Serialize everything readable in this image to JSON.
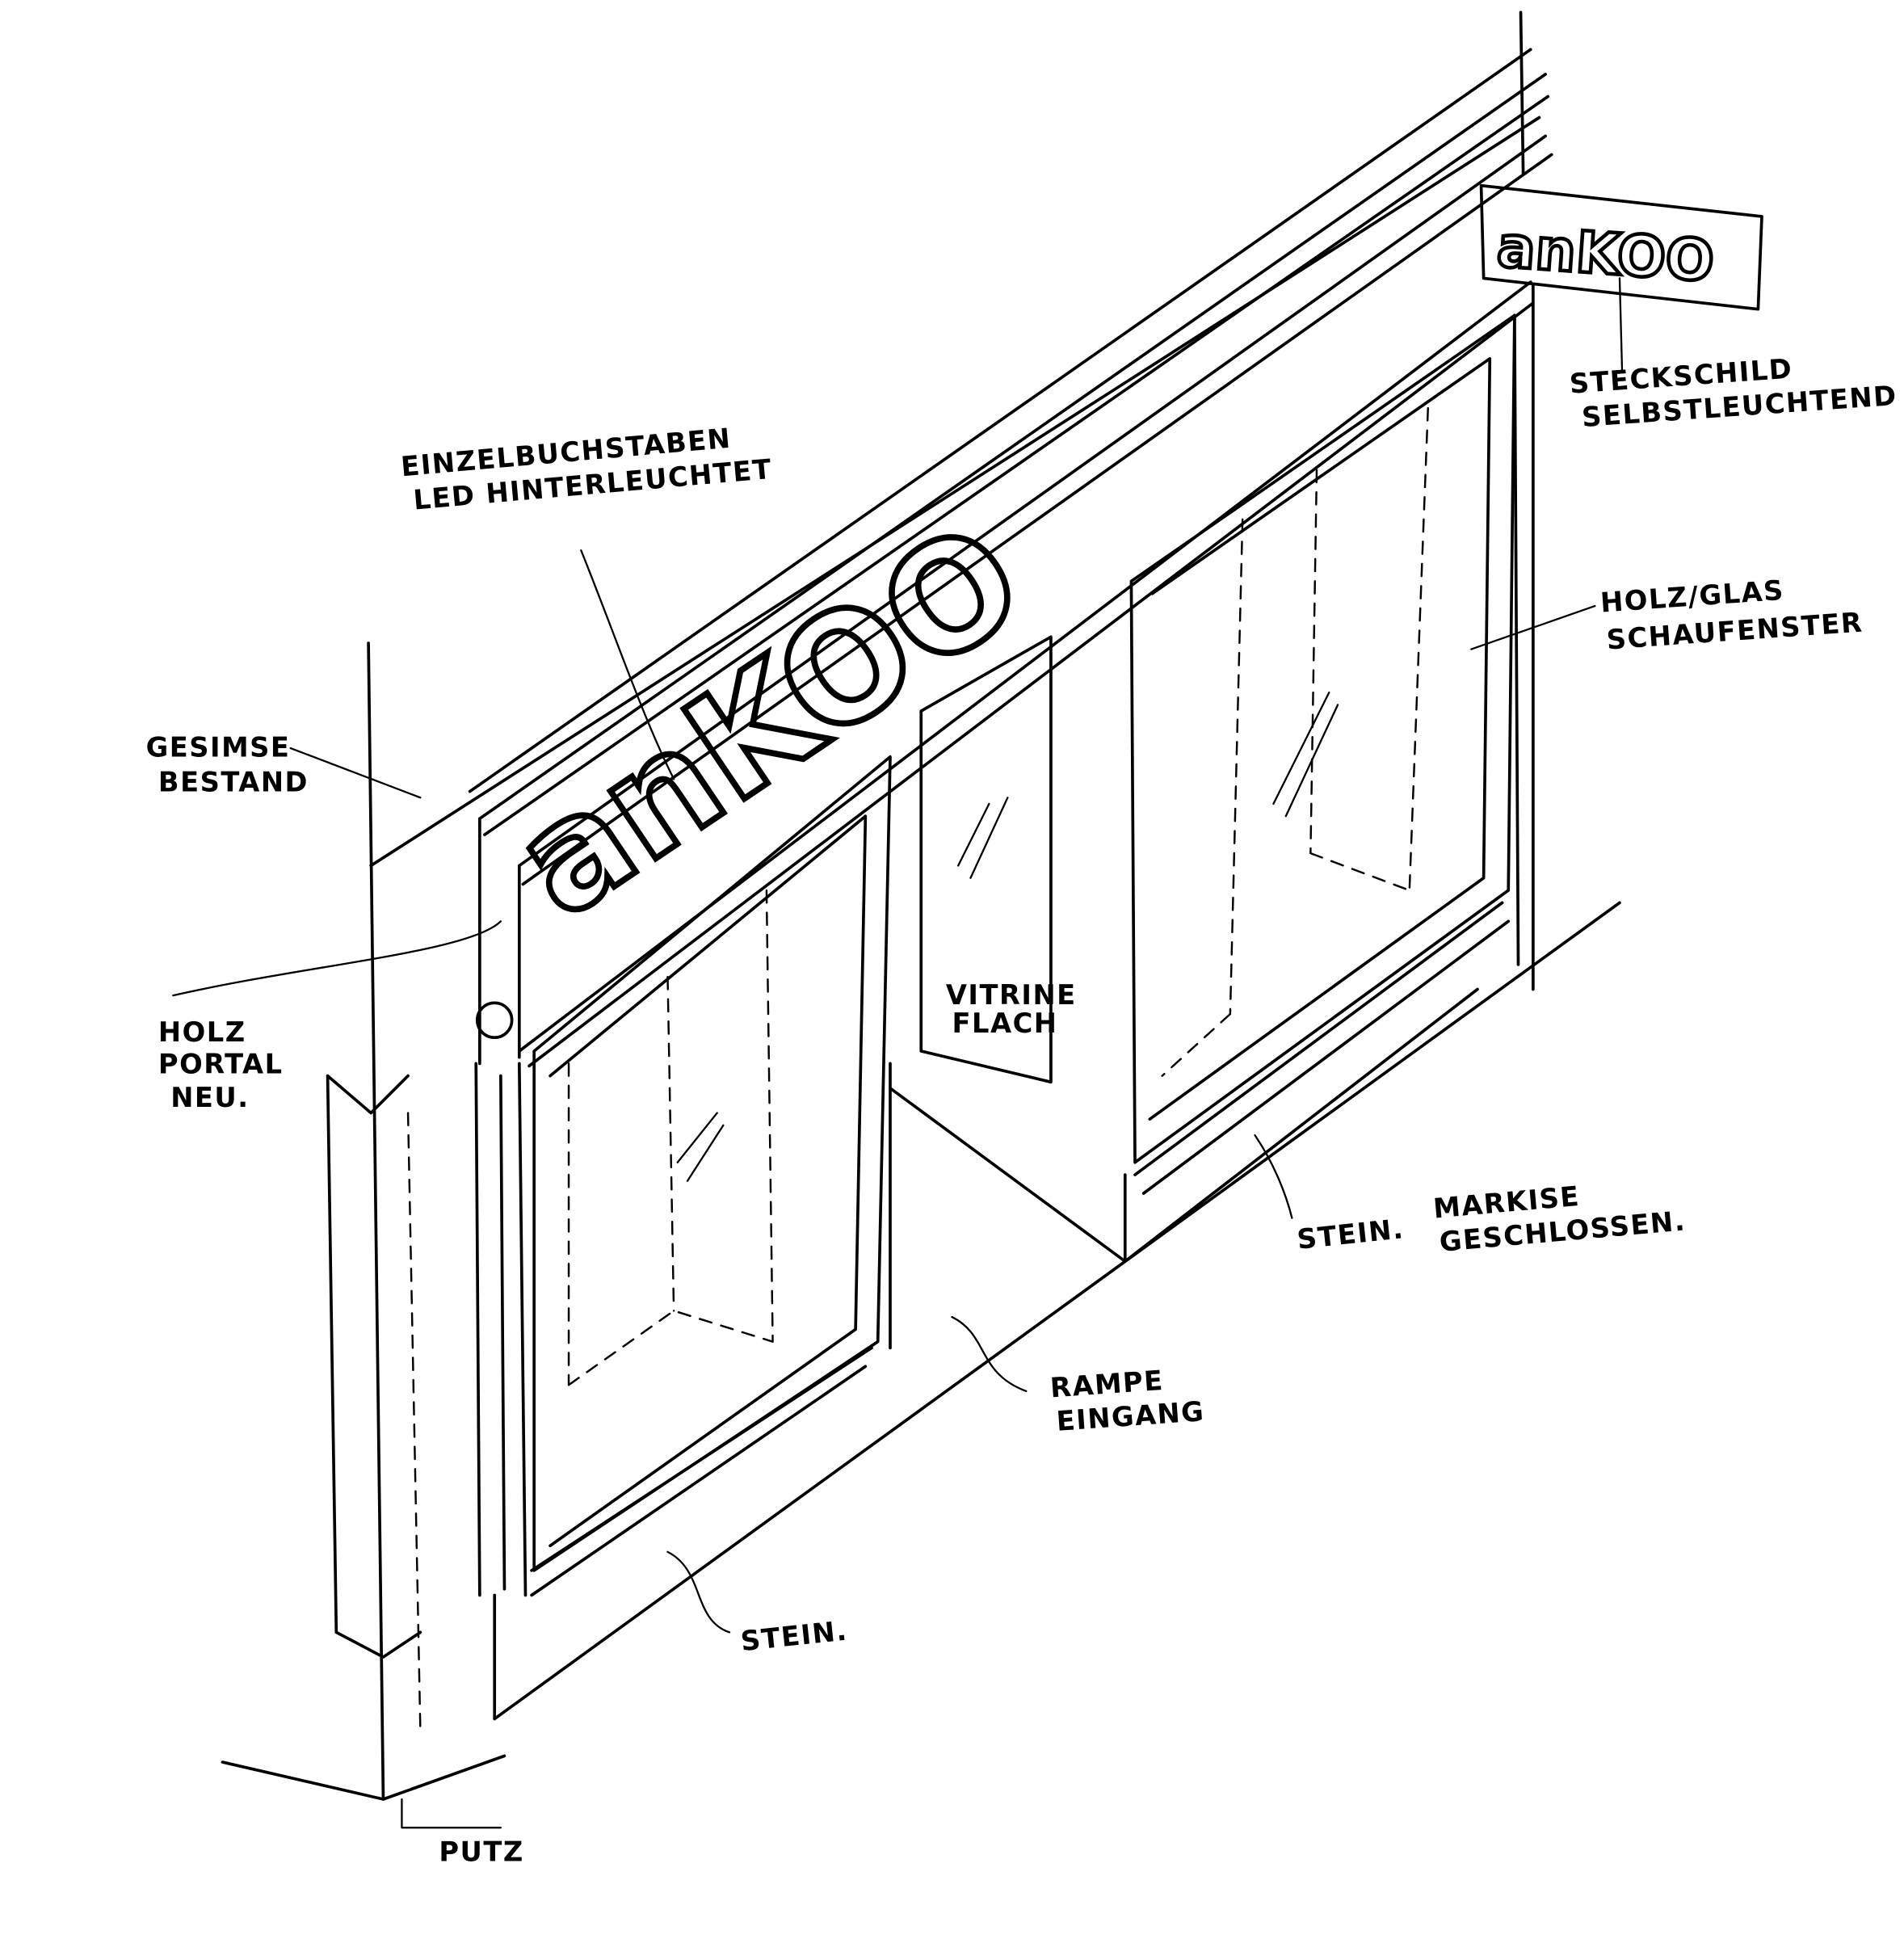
{
  "fascia_sign": "anKOO",
  "hanging_sign": "anKOO",
  "labels": {
    "letters": [
      "EINZELBUCHSTABEN",
      "LED HINTERLEUCHTET"
    ],
    "blade_sign": [
      "STECKSCHILD",
      "SELBSTLEUCHTEND"
    ],
    "shopwindow": [
      "HOLZ/GLAS",
      "SCHAUFENSTER"
    ],
    "cornice": [
      "GESIMSE",
      "BESTAND"
    ],
    "portal": [
      "HOLZ",
      "PORTAL",
      "NEU."
    ],
    "vitrine": [
      "VITRINE",
      "FLACH"
    ],
    "stone_right": "STEIN.",
    "awning": [
      "MARKISE",
      "GESCHLOSSEN."
    ],
    "ramp": [
      "RAMPE",
      "EINGANG"
    ],
    "stone_left": "STEIN.",
    "plaster": "PUTZ"
  }
}
